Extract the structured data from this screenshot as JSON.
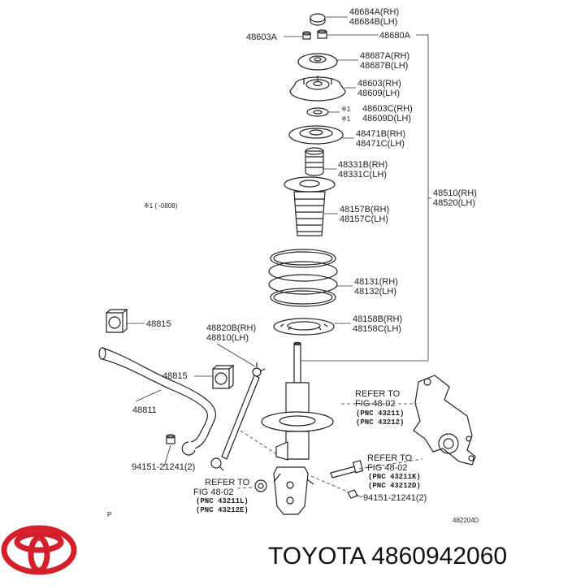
{
  "labels": {
    "l_48684": [
      "48684A(RH)",
      "48684B(LH)"
    ],
    "l_48603A": [
      "48603A"
    ],
    "l_48680A": [
      "48680A"
    ],
    "l_48687": [
      "48687A(RH)",
      "48687B(LH)"
    ],
    "l_48603": [
      "48603(RH)",
      "48609(LH)"
    ],
    "l_48603C": [
      "48603C(RH)",
      "48609D(LH)"
    ],
    "l_48471": [
      "48471B(RH)",
      "48471C(LH)"
    ],
    "l_48331": [
      "48331B(RH)",
      "48331C(LH)"
    ],
    "l_48510": [
      "48510(RH)",
      "48520(LH)"
    ],
    "l_48157": [
      "48157B(RH)",
      "48157C(LH)"
    ],
    "l_48131": [
      "48131(RH)",
      "48132(LH)"
    ],
    "l_48815a": [
      "48815"
    ],
    "l_48820": [
      "48820B(RH)",
      "48810(LH)"
    ],
    "l_48158": [
      "48158B(RH)",
      "48158C(LH)"
    ],
    "l_48815b": [
      "48815"
    ],
    "l_48811": [
      "48811"
    ],
    "l_94151a": [
      "94151-21241(2)"
    ],
    "l_94151b": [
      "94151-21241(2)"
    ]
  },
  "marks": {
    "note_mark": "※1",
    "note_mark_b": "※1",
    "footnote": "※1 (      -0808)"
  },
  "refers": {
    "r1": [
      "REFER TO",
      "FIG 48-02"
    ],
    "r1_pnc": [
      "(PNC  43211)",
      "(PNC  43212)"
    ],
    "r2": [
      "REFER TO",
      "FIG 48-02"
    ],
    "r2_pnc": [
      "(PNC  43211K)",
      "(PNC  43212D)"
    ],
    "r3": [
      "REFER TO",
      "FIG 48-02"
    ],
    "r3_pnc": [
      "(PNC  43211L)",
      "(PNC  43212E)"
    ]
  },
  "corner": {
    "p": "P",
    "figcode": "482204D"
  },
  "brand": {
    "text": "TOYOTA 4860942060",
    "logo_color": "#d3202a"
  }
}
